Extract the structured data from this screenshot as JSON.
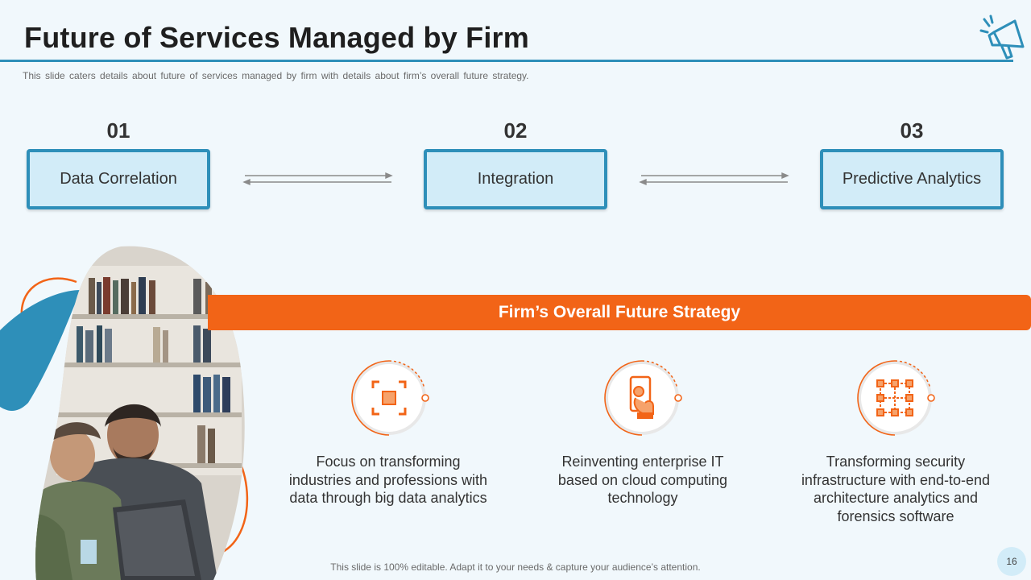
{
  "header": {
    "title": "Future of Services Managed by Firm",
    "subtitle": "This slide caters details about future of services managed by firm with details about firm’s overall future strategy."
  },
  "steps": [
    {
      "number": "01",
      "label": "Data Correlation"
    },
    {
      "number": "02",
      "label": "Integration"
    },
    {
      "number": "03",
      "label": "Predictive Analytics"
    }
  ],
  "strategy": {
    "heading": "Firm’s Overall Future Strategy",
    "items": [
      {
        "icon": "focus-target-icon",
        "text": "Focus on transforming industries and professions with data through big data analytics"
      },
      {
        "icon": "mobile-cloud-icon",
        "text": "Reinventing enterprise IT based on cloud computing technology"
      },
      {
        "icon": "network-grid-icon",
        "text": "Transforming security infrastructure with end-to-end architecture analytics and forensics software"
      }
    ]
  },
  "footer": {
    "note": "This slide is 100% editable. Adapt it to your needs & capture your audience’s attention.",
    "page_number": "16"
  },
  "colors": {
    "accent_blue": "#2e8fb9",
    "accent_orange": "#f26417",
    "box_fill": "#d2ecf8",
    "background": "#f1f8fc"
  }
}
